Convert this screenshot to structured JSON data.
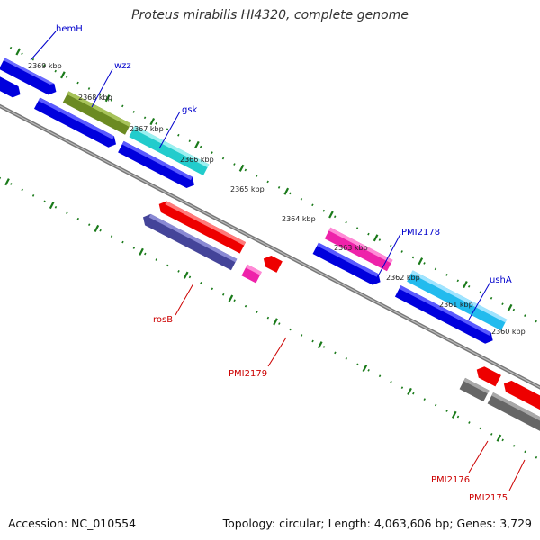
{
  "title": "Proteus mirabilis HI4320, complete genome",
  "footer": {
    "accession": "Accession: NC_010554",
    "summary": "Topology: circular; Length: 4,063,606 bp; Genes: 3,729"
  },
  "ruler": {
    "labels": [
      "2369 kbp",
      "2368 kbp",
      "2367 kbp",
      "2366 kbp",
      "2365 kbp",
      "2364 kbp",
      "2363 kbp",
      "2362 kbp",
      "2361 kbp",
      "2360 kbp"
    ]
  },
  "genes": [
    {
      "label": "hemH",
      "strand": "plus",
      "color": "#0000dd"
    },
    {
      "label": "wzz",
      "strand": "plus",
      "color": "#6b8a22"
    },
    {
      "label": "gsk",
      "strand": "plus",
      "color": "#22cccc"
    },
    {
      "label": "PMI2178",
      "strand": "plus",
      "color": "#ee22aa"
    },
    {
      "label": "ushA",
      "strand": "plus",
      "color": "#22bbee"
    },
    {
      "label": "rosB",
      "strand": "minus",
      "color": "#ee0000"
    },
    {
      "label": "PMI2179",
      "strand": "minus",
      "color": "#ee0000"
    },
    {
      "label": "PMI2176",
      "strand": "minus",
      "color": "#ee0000"
    },
    {
      "label": "PMI2175",
      "strand": "minus",
      "color": "#ee0000"
    }
  ],
  "colors": {
    "plus_label": "#0000cc",
    "minus_label": "#cc0000",
    "cds_blue": "#0000dd",
    "gc_purple": "#444499",
    "gray_feature": "#666666",
    "ruler_tick": "#1a7a1a",
    "backbone": "#888888"
  }
}
